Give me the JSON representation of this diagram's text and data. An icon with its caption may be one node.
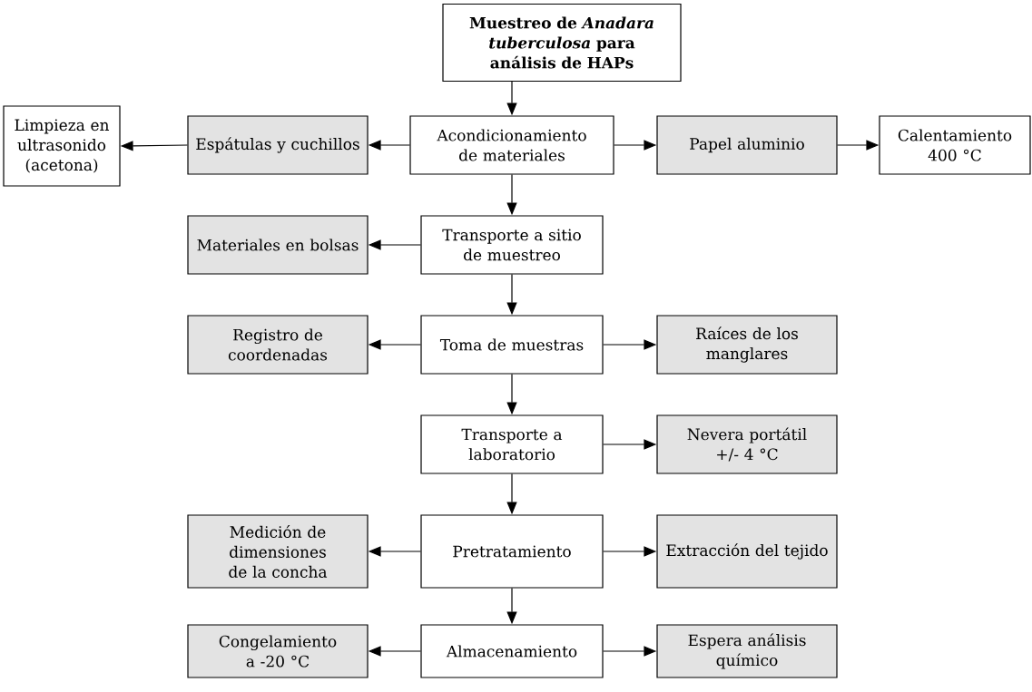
{
  "diagram": {
    "nodes": [
      {
        "text": [
          "Muestreo de *Anadara tuberculosa* para análisis de HAPs"
        ]
      },
      {
        "text": [
          "Acondicionamiento de materiales"
        ]
      },
      {
        "text": [
          "Espátulas y cuchillos"
        ]
      },
      {
        "text": [
          "Limpieza en ultrasonido (acetona)"
        ]
      },
      {
        "text": [
          "Papel aluminio"
        ]
      },
      {
        "text": [
          "Calentamiento 400 °C"
        ]
      },
      {
        "text": [
          "Transporte a sitio de muestreo"
        ]
      },
      {
        "text": [
          "Materiales en bolsas"
        ]
      },
      {
        "text": [
          "Toma de muestras"
        ]
      },
      {
        "text": [
          "Registro de coordenadas"
        ]
      },
      {
        "text": [
          "Raíces de los manglares"
        ]
      },
      {
        "text": [
          "Transporte a laboratorio"
        ]
      },
      {
        "text": [
          "Nevera portátil +/- 4 °C"
        ]
      },
      {
        "text": [
          "Pretratamiento"
        ]
      },
      {
        "text": [
          "Medición de dimensiones de la concha"
        ]
      },
      {
        "text": [
          "Extracción del tejido"
        ]
      },
      {
        "text": [
          "Almacenamiento"
        ]
      },
      {
        "text": [
          "Congelamiento a -20 °C"
        ]
      },
      {
        "text": [
          "Espera análisis químico"
        ]
      }
    ],
    "edges": [
      {
        "from": 0,
        "to": 1,
        "arrow": "to"
      },
      {
        "from": 1,
        "to": 2,
        "arrow": "to"
      },
      {
        "from": 2,
        "to": 3,
        "arrow": "to"
      },
      {
        "from": 1,
        "to": 4,
        "arrow": "to"
      },
      {
        "from": 4,
        "to": 5,
        "arrow": "to"
      },
      {
        "from": 1,
        "to": 6,
        "arrow": "to"
      },
      {
        "from": 6,
        "to": 7,
        "arrow": "to"
      },
      {
        "from": 6,
        "to": 8,
        "arrow": "to"
      },
      {
        "from": 8,
        "to": 9,
        "arrow": "to"
      },
      {
        "from": 8,
        "to": 10,
        "arrow": "to"
      },
      {
        "from": 8,
        "to": 11,
        "arrow": "to"
      },
      {
        "from": 11,
        "to": 12,
        "arrow": "to"
      },
      {
        "from": 11,
        "to": 13,
        "arrow": "to"
      },
      {
        "from": 13,
        "to": 14,
        "arrow": "to"
      },
      {
        "from": 13,
        "to": 15,
        "arrow": "to"
      },
      {
        "from": 13,
        "to": 16,
        "arrow": "to"
      },
      {
        "from": 16,
        "to": 17,
        "arrow": "to"
      },
      {
        "from": 16,
        "to": 18,
        "arrow": "to"
      }
    ]
  }
}
